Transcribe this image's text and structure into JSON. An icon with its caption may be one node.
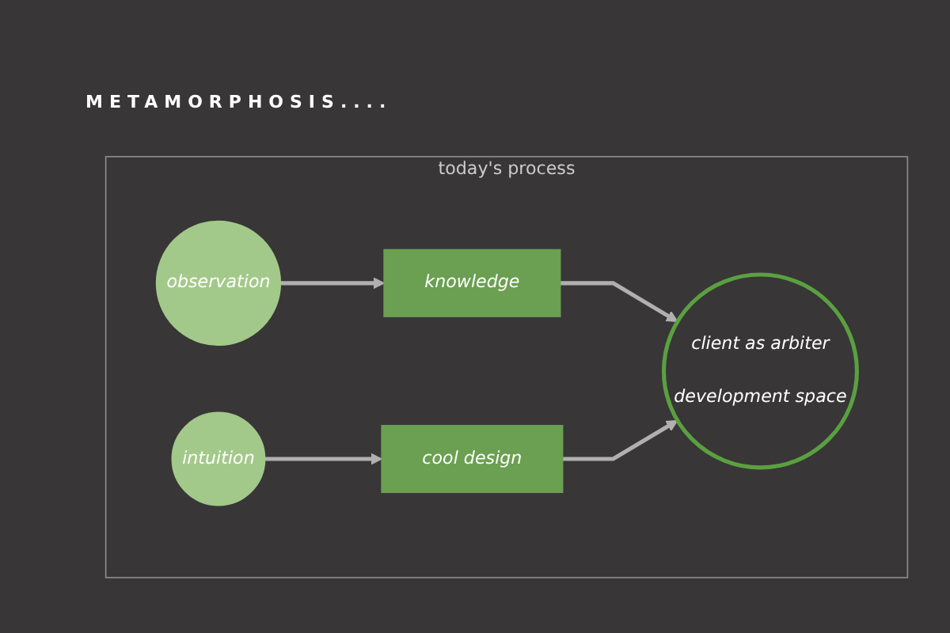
{
  "diagram": {
    "title": "METAMORPHOSIS....",
    "nodes": [
      {
        "text": [
          "today's process"
        ]
      },
      {
        "text": [
          "observation"
        ],
        "in": 0
      },
      {
        "text": [
          "intuition"
        ],
        "in": 0
      },
      {
        "text": [
          "knowledge"
        ],
        "in": 0
      },
      {
        "text": [
          "client as arbiter",
          "development space"
        ],
        "in": 0
      },
      {
        "text": [
          "cool design"
        ],
        "in": 0
      }
    ],
    "edges": [
      {
        "from": 1,
        "to": 3,
        "arrow": "to"
      },
      {
        "from": 2,
        "to": 5,
        "arrow": "to"
      },
      {
        "from": 3,
        "to": 4,
        "arrow": "to"
      },
      {
        "from": 5,
        "to": 4,
        "arrow": "to"
      }
    ]
  }
}
